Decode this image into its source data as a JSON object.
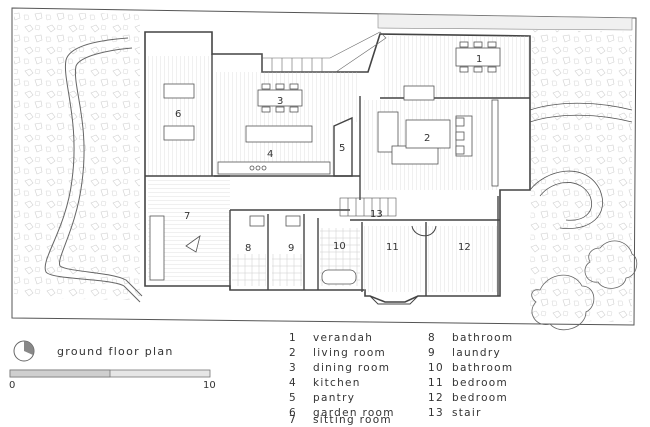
{
  "title": "ground floor plan",
  "scale": {
    "start": "0",
    "end": "10"
  },
  "rooms": [
    {
      "num": "1",
      "name": "verandah"
    },
    {
      "num": "2",
      "name": "living room"
    },
    {
      "num": "3",
      "name": "dining room"
    },
    {
      "num": "4",
      "name": "kitchen"
    },
    {
      "num": "5",
      "name": "pantry"
    },
    {
      "num": "6",
      "name": "garden room"
    },
    {
      "num": "7",
      "name": "sitting room"
    },
    {
      "num": "8",
      "name": "bathroom"
    },
    {
      "num": "9",
      "name": "laundry"
    },
    {
      "num": "10",
      "name": "bathroom"
    },
    {
      "num": "11",
      "name": "bedroom"
    },
    {
      "num": "12",
      "name": "bedroom"
    },
    {
      "num": "13",
      "name": "stair"
    }
  ],
  "colors": {
    "line": "#444444",
    "hatch": "#bbbbbb",
    "fill": "#f4f4f4"
  }
}
